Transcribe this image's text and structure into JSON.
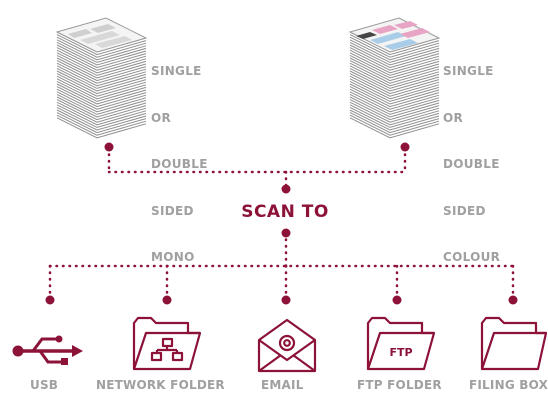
{
  "top_stacks": [
    {
      "id": "mono",
      "lines": [
        "SINGLE",
        "OR",
        "DOUBLE",
        "SIDED",
        "MONO"
      ]
    },
    {
      "id": "colour",
      "lines": [
        "SINGLE",
        "OR",
        "DOUBLE",
        "SIDED",
        "COLOUR"
      ]
    }
  ],
  "center_label": "SCAN TO",
  "destinations": [
    {
      "label": "USB",
      "icon": "usb-icon"
    },
    {
      "label": "NETWORK FOLDER",
      "icon": "network-folder-icon"
    },
    {
      "label": "EMAIL",
      "icon": "email-icon"
    },
    {
      "label": "FTP FOLDER",
      "icon": "ftp-folder-icon",
      "icon_text": "FTP"
    },
    {
      "label": "FILING BOX",
      "icon": "filing-box-icon"
    }
  ],
  "colors": {
    "accent": "#8c1238",
    "text": "#a0a0a0",
    "stack": "#8f8f8f",
    "pink": "#e8a4c4",
    "blue": "#a9cde8"
  }
}
